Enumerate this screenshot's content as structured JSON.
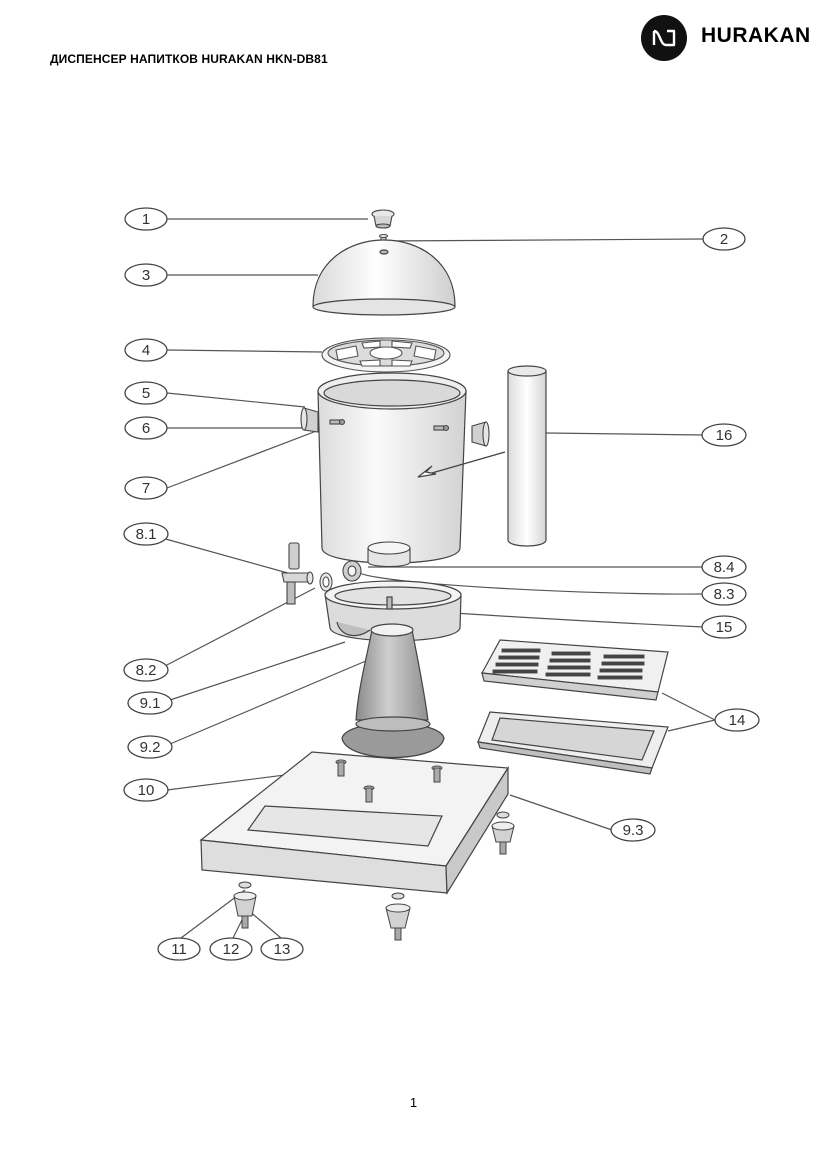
{
  "header": {
    "title": "ДИСПЕНСЕР НАПИТКОВ HURAKAN HKN-DB81",
    "brand": "HURAKAN"
  },
  "colors": {
    "line": "#444444",
    "ink": "#111111"
  },
  "callouts": {
    "c1": "1",
    "c2": "2",
    "c3": "3",
    "c4": "4",
    "c5": "5",
    "c6": "6",
    "c7": "7",
    "c8_1": "8.1",
    "c8_2": "8.2",
    "c8_3": "8.3",
    "c8_4": "8.4",
    "c9_1": "9.1",
    "c9_2": "9.2",
    "c9_3": "9.3",
    "c10": "10",
    "c11": "11",
    "c12": "12",
    "c13": "13",
    "c14": "14",
    "c15": "15",
    "c16": "16"
  },
  "footer": {
    "page_number": "1"
  }
}
